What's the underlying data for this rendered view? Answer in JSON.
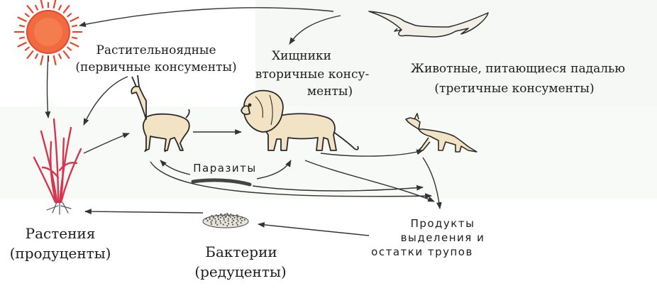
{
  "labels": {
    "herbivores_title": "Растительноядные",
    "herbivores_sub": "(первичные консументы)",
    "predators_title": "Хищники",
    "predators_sub1": "вторичные консу-",
    "predators_sub2": "менты)",
    "scavengers_title": "Животные, питающиеся падалью",
    "scavengers_sub": "(третичные консументы)",
    "parasites": "Паразиты",
    "waste_line1": "Продукты",
    "waste_line2": "выделения и",
    "waste_line3": "остатки трупов",
    "plants_title": "Растения",
    "plants_sub": "(продуценты)",
    "bacteria_title": "Бактерии",
    "bacteria_sub": "(редуценты)"
  },
  "icons": [
    "sun-icon",
    "plant-icon",
    "antelope-icon",
    "lion-icon",
    "bird-icon",
    "jackal-icon",
    "worm-icon",
    "bacteria-icon"
  ],
  "colors": {
    "sun": "#e8452c",
    "sun_core": "#f26a3f",
    "plant": "#d9334d",
    "animal_fill": "#f1e3c3",
    "outline": "#2a2a2a",
    "arrow": "#333333",
    "background_tint": "#f0f4ee"
  }
}
